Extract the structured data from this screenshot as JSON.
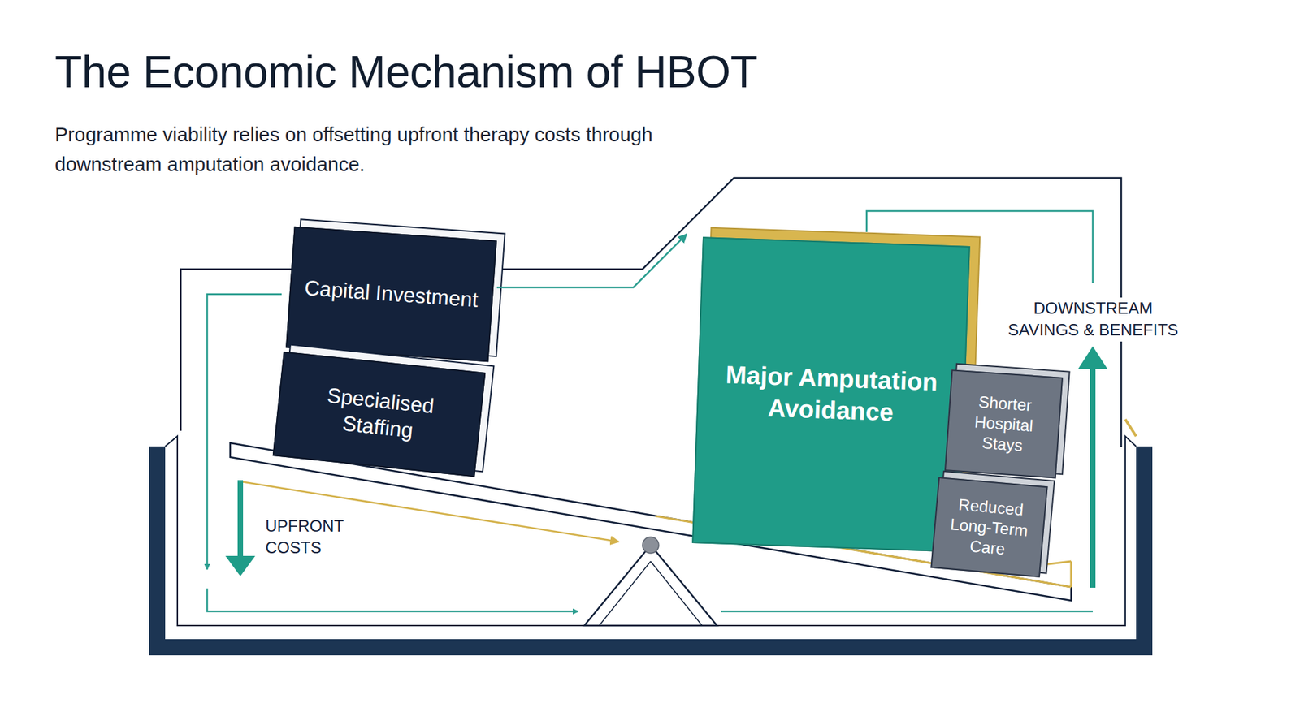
{
  "diagram": {
    "title": "The Economic Mechanism of HBOT",
    "caption": "Programme viability relies on offsetting upfront therapy costs through downstream amputation avoidance.",
    "nodes": [
      {
        "text": [
          "Capital Investment"
        ]
      },
      {
        "text": [
          "Specialised Staffing"
        ]
      },
      {
        "text": [
          "Major Amputation Avoidance"
        ]
      },
      {
        "text": [
          "Shorter Hospital Stays"
        ]
      },
      {
        "text": [
          "Reduced Long-Term Care"
        ]
      }
    ],
    "edges": [
      {
        "from": 0,
        "to": 2,
        "arrow": "to"
      }
    ],
    "labels": [
      "UPFRONT COSTS",
      "DOWNSTREAM SAVINGS & BENEFITS"
    ]
  }
}
